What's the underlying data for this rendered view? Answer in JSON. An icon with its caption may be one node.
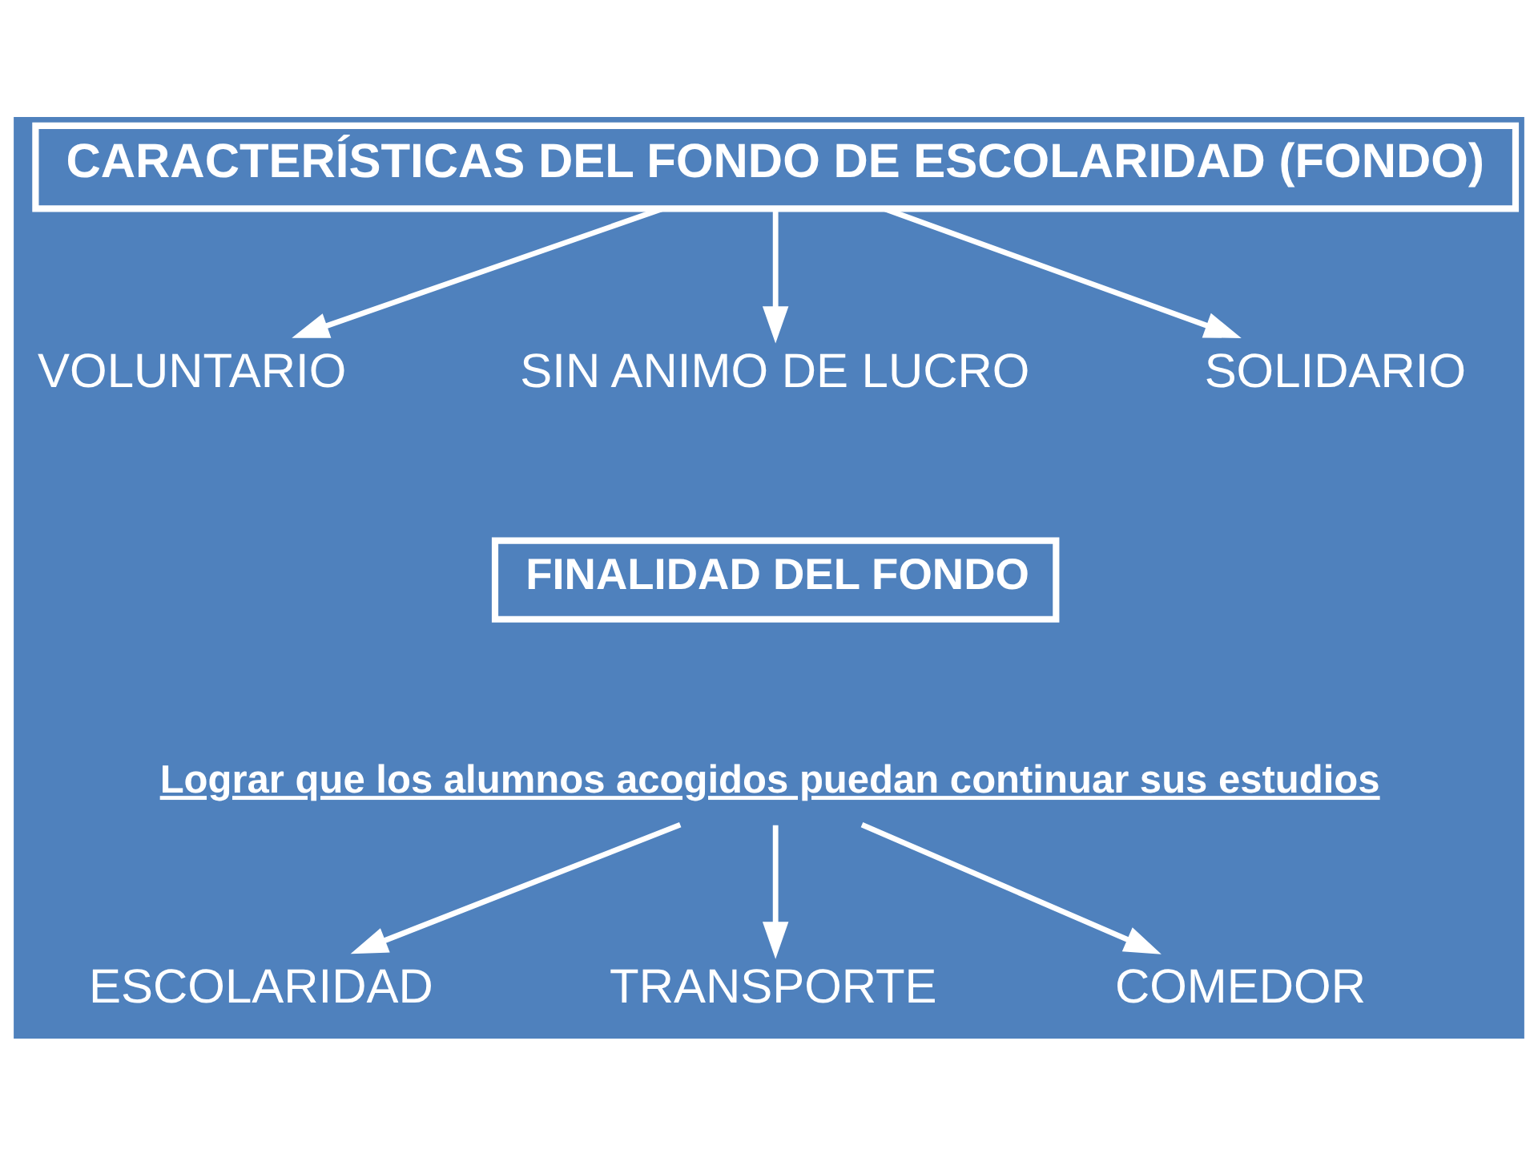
{
  "diagram": {
    "nodes": [
      {
        "text": [
          "CARACTERÍSTICAS DEL FONDO DE ESCOLARIDAD (FONDO)"
        ]
      },
      {
        "text": [
          "VOLUNTARIO"
        ]
      },
      {
        "text": [
          "SIN ANIMO DE LUCRO"
        ]
      },
      {
        "text": [
          "SOLIDARIO"
        ]
      },
      {
        "text": [
          "FINALIDAD DEL FONDO"
        ]
      },
      {
        "text": [
          "Lograr que los alumnos acogidos puedan continuar sus estudios"
        ]
      },
      {
        "text": [
          "ESCOLARIDAD"
        ]
      },
      {
        "text": [
          "TRANSPORTE"
        ]
      },
      {
        "text": [
          "COMEDOR"
        ]
      }
    ],
    "edges": [
      {
        "from": 0,
        "to": 1,
        "arrow": "to"
      },
      {
        "from": 0,
        "to": 2,
        "arrow": "to"
      },
      {
        "from": 0,
        "to": 3,
        "arrow": "to"
      },
      {
        "from": 5,
        "to": 6,
        "arrow": "to"
      },
      {
        "from": 5,
        "to": 7,
        "arrow": "to"
      },
      {
        "from": 5,
        "to": 8,
        "arrow": "to"
      }
    ]
  }
}
